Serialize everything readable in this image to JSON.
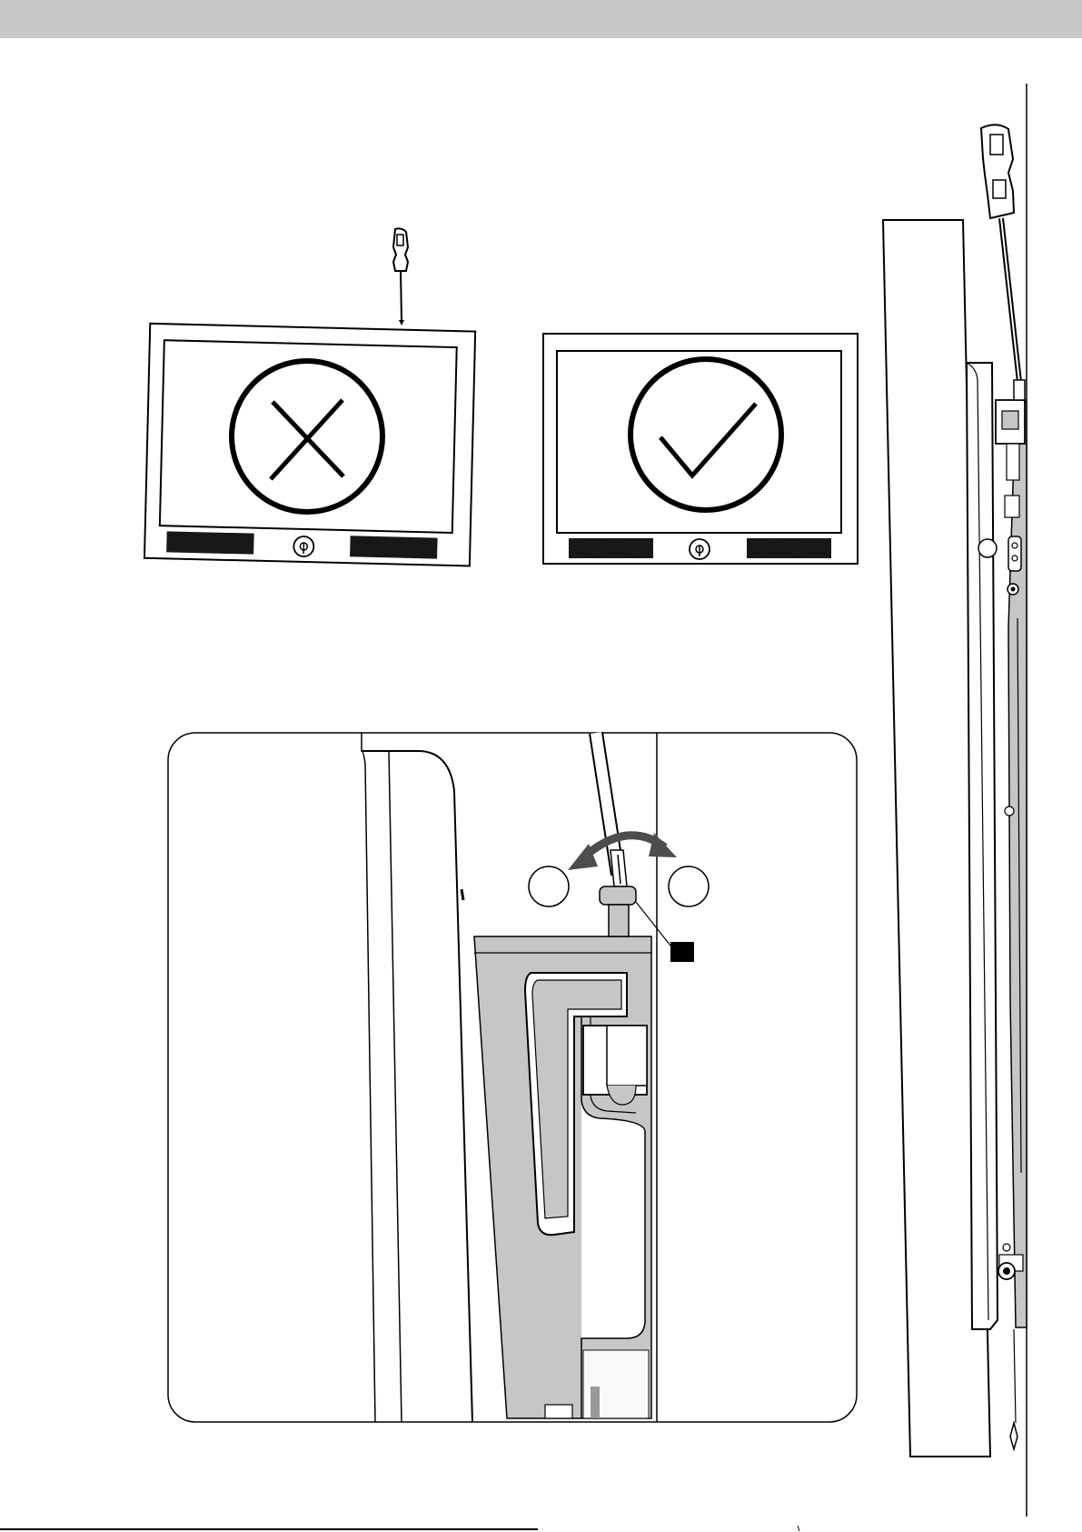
{
  "page": {
    "header_band_color": "#c8c8c8",
    "ink_color": "#000000",
    "fill_gray": "#c6c6c6",
    "arrow_gray": "#4d4d4d"
  },
  "panels": [
    {
      "status": "incorrect",
      "symbol": "cross-icon"
    },
    {
      "status": "correct",
      "symbol": "check-icon"
    }
  ],
  "detail": {
    "rotation_arrows": 2,
    "callout_markers": 2,
    "label_marker": "black-square"
  }
}
